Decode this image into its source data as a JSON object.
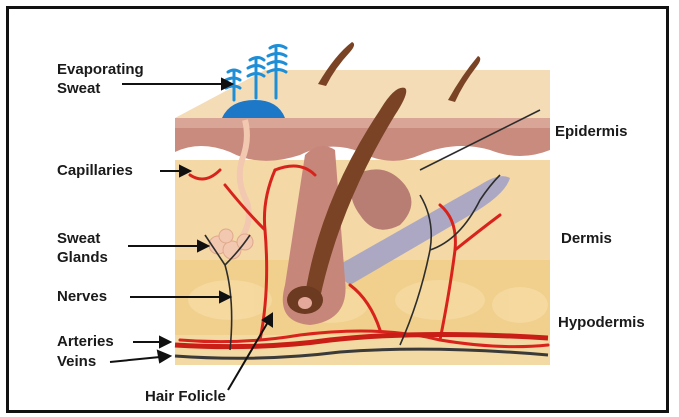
{
  "labels": {
    "evaporating_sweat": [
      "Evaporating",
      "Sweat"
    ],
    "capillaries": "Capillaries",
    "sweat_glands": [
      "Sweat",
      "Glands"
    ],
    "nerves": "Nerves",
    "arteries": "Arteries",
    "veins": "Veins",
    "hair_folicle": "Hair Folicle",
    "epidermis": "Epidermis",
    "dermis": "Dermis",
    "hypodermis": "Hypodermis"
  },
  "colors": {
    "frame": "#111111",
    "skin_top": "#f3dcb6",
    "epidermis": "#c98b7e",
    "dermis": "#f4d8a6",
    "hypodermis": "#f1cf8c",
    "hair": "#7a4325",
    "blood": "#d8231c",
    "vein": "#3a3a3a",
    "sweat": "#1e8fd6",
    "muscle": "#9fa0c8"
  }
}
